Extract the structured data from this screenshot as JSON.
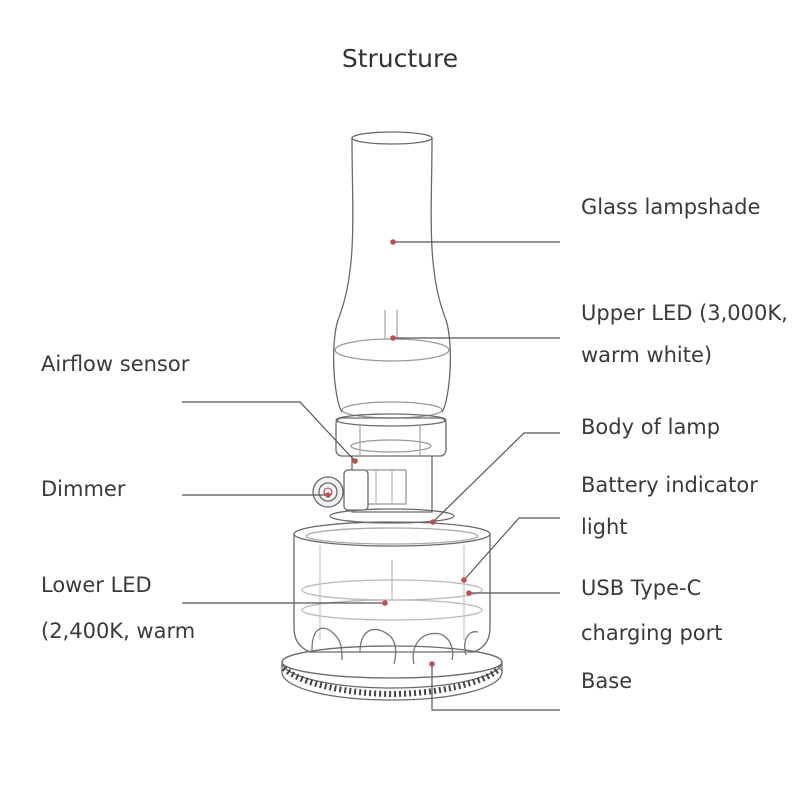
{
  "title": "Structure",
  "accent_color": "#c0504d",
  "line_color": "#555555",
  "labels": {
    "glass_lampshade": "Glass lampshade",
    "upper_led_1": "Upper LED (3,000K,",
    "upper_led_2": "warm white)",
    "airflow_sensor": "Airflow sensor",
    "body_of_lamp": "Body of lamp",
    "battery_indicator_1": "Battery indicator",
    "battery_indicator_2": "light",
    "dimmer": "Dimmer",
    "usb_1": "USB Type-C",
    "usb_2": "charging port",
    "lower_led_1": "Lower LED",
    "lower_led_2": "(2,400K, warm",
    "base": "Base"
  }
}
